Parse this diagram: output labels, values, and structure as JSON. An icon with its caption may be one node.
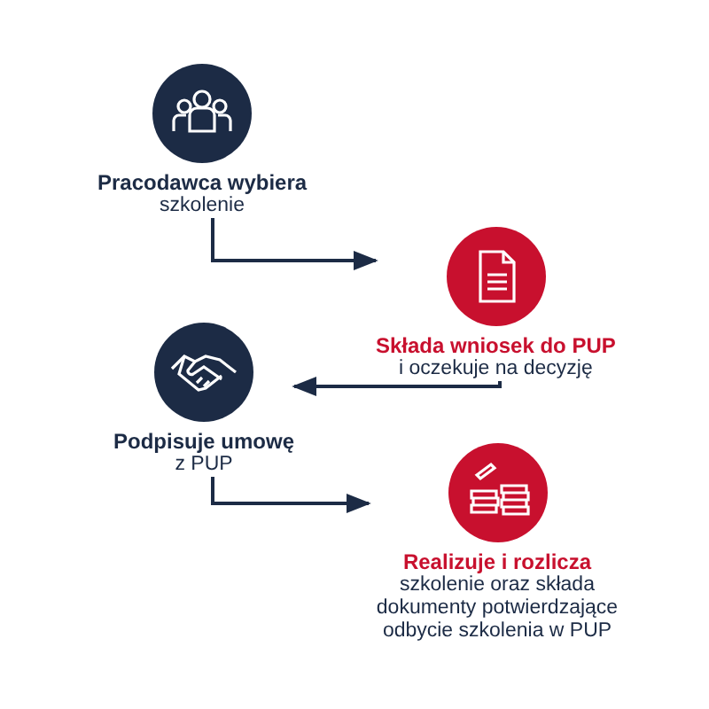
{
  "diagram": {
    "nodes": [
      {
        "text": [
          "Pracodawca wybiera",
          "szkolenie"
        ]
      },
      {
        "text": [
          "Składa wniosek do PUP",
          "i oczekuje na decyzję"
        ]
      },
      {
        "text": [
          "Podpisuje umowę",
          "z PUP"
        ]
      },
      {
        "text": [
          "Realizuje i rozlicza",
          "szkolenie oraz składa dokumenty potwierdzające odbycie szkolenia w PUP"
        ]
      }
    ],
    "edges": [
      {
        "from": 0,
        "to": 1,
        "arrow": "to"
      },
      {
        "from": 1,
        "to": 2,
        "arrow": "to"
      },
      {
        "from": 2,
        "to": 3,
        "arrow": "to"
      }
    ]
  }
}
